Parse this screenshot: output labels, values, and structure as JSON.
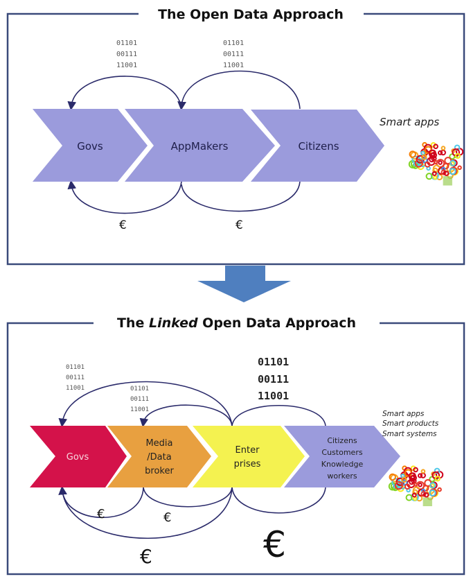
{
  "top_panel": {
    "title": "The Open Data Approach",
    "stages": [
      "Govs",
      "AppMakers",
      "Citizens"
    ],
    "binary_lines": [
      "01101",
      "00111",
      "11001"
    ],
    "currency": "€",
    "outcome": "Smart apps",
    "chevron_color": "#9b9bdc"
  },
  "bottom_panel": {
    "title_pre": "The ",
    "title_italic": "Linked",
    "title_post": " Open Data Approach",
    "stages": [
      {
        "lines": [
          "Govs"
        ],
        "color": "#d4124a"
      },
      {
        "lines": [
          "Media",
          "/Data",
          "broker"
        ],
        "color": "#e8a040"
      },
      {
        "lines": [
          "Enter",
          "prises"
        ],
        "color": "#f4f250"
      },
      {
        "lines": [
          "Citizens",
          "Customers",
          "Knowledge",
          "workers"
        ],
        "color": "#9b9bdc"
      }
    ],
    "binary_lines": [
      "01101",
      "00111",
      "11001"
    ],
    "currency": "€",
    "outcomes": [
      "Smart apps",
      "Smart products",
      "Smart systems"
    ]
  },
  "colors": {
    "frame": "#3a4a7a",
    "arrow": "#4f7fbf",
    "arc": "#2a2a6a"
  }
}
